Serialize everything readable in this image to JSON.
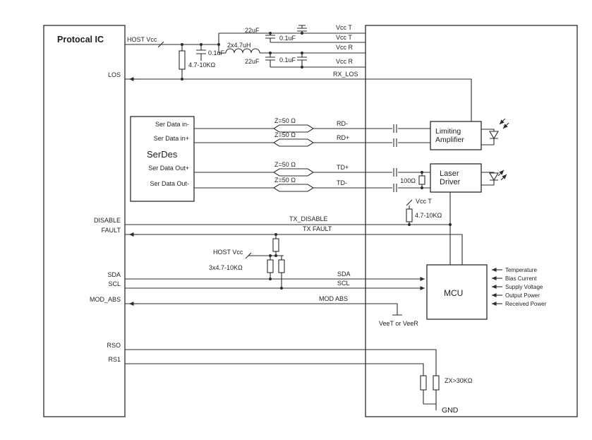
{
  "host_ic": {
    "name": "Protocal IC",
    "pins": {
      "los": "LOS",
      "disable": "DISABLE",
      "fault": "FAULT",
      "sda": "SDA",
      "scl": "SCL",
      "mod_abs": "MOD_ABS",
      "rso": "RSO",
      "rs1": "RS1"
    }
  },
  "power": {
    "host_vcc": "HOST Vcc",
    "los_pullup": "4.7-10KΩ",
    "bypass_cap": "0.1uF",
    "cap22_t": "22uF",
    "cap01_t": "0.1uF",
    "inductor": "2x4.7uH",
    "cap22_r": "22uF",
    "cap01_r": "0.1uF",
    "rails": {
      "vcc_t1": "Vcc T",
      "vcc_t2": "Vcc T",
      "vcc_r1": "Vcc R",
      "vcc_r2": "Vcc R",
      "rx_los": "RX_LOS"
    }
  },
  "serdes": {
    "name": "SerDes",
    "pins": [
      "Ser Data in-",
      "Ser Data in+",
      "Ser Data Out+",
      "Ser Data Out-"
    ]
  },
  "datapath": {
    "impedance": "Z=50 Ω",
    "rd_minus": "RD-",
    "rd_plus": "RD+",
    "td_plus": "TD+",
    "td_minus": "TD-",
    "termination": "100Ω"
  },
  "limiting_amplifier": {
    "line1": "Limiting",
    "line2": "Amplifier"
  },
  "laser_driver": {
    "line1": "Laser",
    "line2": "Driver",
    "vcc": "Vcc T",
    "pullup": "4.7-10KΩ"
  },
  "control": {
    "tx_disable": "TX_DISABLE",
    "tx_fault": "TX FAULT",
    "host_vcc": "HOST Vcc",
    "pullups": "3x4.7-10KΩ",
    "sda": "SDA",
    "scl": "SCL",
    "mod_abs": "MOD ABS",
    "vee": "VeeT or VeeR"
  },
  "mcu": {
    "name": "MCU",
    "monitors": [
      "Temperature",
      "Bias Current",
      "Supply Voltage",
      "Output Power",
      "Received Power"
    ]
  },
  "rate_select": {
    "resistors": "ZX>30KΩ",
    "gnd": "GND"
  }
}
